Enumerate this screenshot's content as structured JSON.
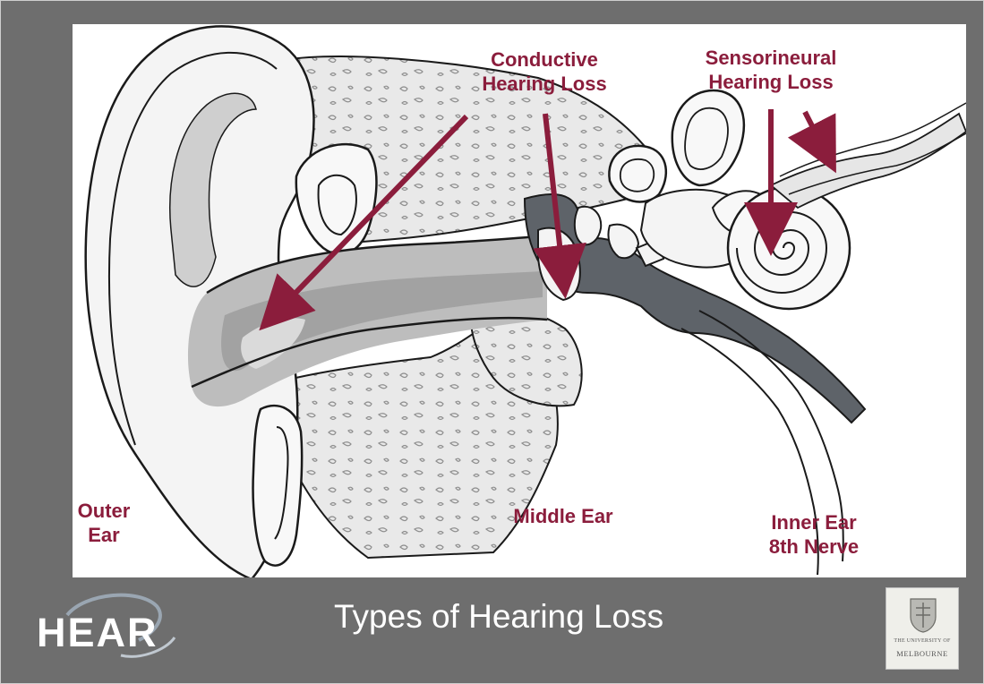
{
  "slide": {
    "title": "Types of Hearing Loss",
    "footer_logo_text": "HEAR",
    "university_logo": {
      "top_line": "THE UNIVERSITY OF",
      "name": "MELBOURNE"
    }
  },
  "diagram": {
    "callouts": {
      "conductive": {
        "line1": "Conductive",
        "line2": "Hearing Loss"
      },
      "sensorineural": {
        "line1": "Sensorineural",
        "line2": "Hearing Loss"
      }
    },
    "region_labels": {
      "outer": {
        "line1": "Outer",
        "line2": "Ear"
      },
      "middle": {
        "line1": "Middle Ear"
      },
      "inner": {
        "line1": "Inner Ear",
        "line2": "8th Nerve"
      }
    }
  },
  "colors": {
    "background": "#6e6e6e",
    "panel": "#ffffff",
    "label_text": "#8b1d3c",
    "arrow": "#8b1d3c",
    "canal_shade": "#b8b8b8",
    "tube_shade": "#5e6369",
    "bone_shade": "#dddddd",
    "title_text": "#ffffff"
  }
}
